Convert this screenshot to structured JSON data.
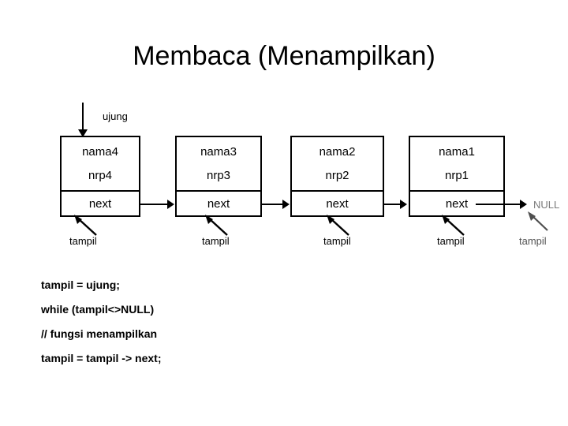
{
  "title": "Membaca (Menampilkan)",
  "diagram": {
    "head_pointer": {
      "label": "ujung"
    },
    "terminator": {
      "label": "NULL"
    },
    "nodes": [
      {
        "nama": "nama4",
        "nrp": "nrp4",
        "next": "next",
        "pointer": "tampil"
      },
      {
        "nama": "nama3",
        "nrp": "nrp3",
        "next": "next",
        "pointer": "tampil"
      },
      {
        "nama": "nama2",
        "nrp": "nrp2",
        "next": "next",
        "pointer": "tampil"
      },
      {
        "nama": "nama1",
        "nrp": "nrp1",
        "next": "next",
        "pointer": "tampil"
      }
    ],
    "terminator_pointer": {
      "label": "tampil"
    }
  },
  "code": {
    "lines": [
      "tampil = ujung;",
      "while (tampil<>NULL)",
      "// fungsi menampilkan",
      "tampil = tampil -> next;"
    ]
  },
  "colors": {
    "ink": "#000000",
    "muted": "#7a7a7a",
    "background": "#ffffff"
  }
}
